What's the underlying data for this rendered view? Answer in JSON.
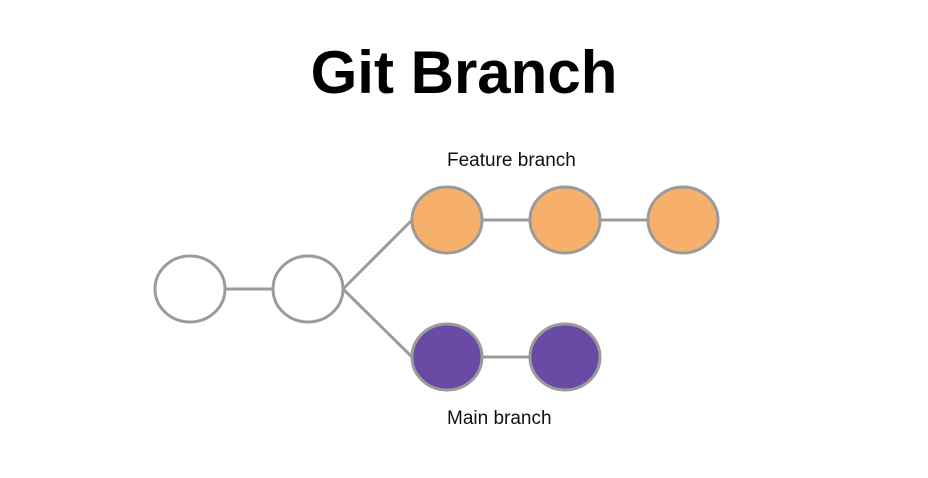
{
  "title": "Git Branch",
  "branches": {
    "feature": {
      "label": "Feature branch",
      "color": "#f6b06c",
      "commit_count": 3
    },
    "main": {
      "label": "Main branch",
      "color": "#6a4aa5",
      "commit_count": 2
    }
  },
  "base_commits": {
    "count": 2,
    "color": "#ffffff"
  },
  "colors": {
    "stroke": "#9b9b9b",
    "text": "#000000"
  }
}
